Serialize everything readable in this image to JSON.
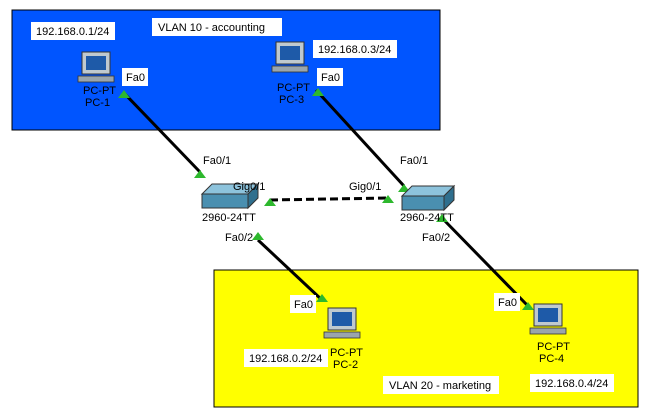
{
  "zones": {
    "vlan10": {
      "label": "VLAN 10 - accounting",
      "color": "#0055ff"
    },
    "vlan20": {
      "label": "VLAN 20 - marketing",
      "color": "#ffff00"
    }
  },
  "pcs": {
    "pc1": {
      "model": "PC-PT",
      "name": "PC-1",
      "ip": "192.168.0.1/24",
      "port": "Fa0"
    },
    "pc2": {
      "model": "PC-PT",
      "name": "PC-2",
      "ip": "192.168.0.2/24",
      "port": "Fa0"
    },
    "pc3": {
      "model": "PC-PT",
      "name": "PC-3",
      "ip": "192.168.0.3/24",
      "port": "Fa0"
    },
    "pc4": {
      "model": "PC-PT",
      "name": "PC-4",
      "ip": "192.168.0.4/24",
      "port": "Fa0"
    }
  },
  "switches": {
    "sw1": {
      "model": "2960-24TT",
      "port_pc1": "Fa0/1",
      "port_pc2": "Fa0/2",
      "port_trunk": "Gig0/1"
    },
    "sw2": {
      "model": "2960-24TT",
      "port_pc3": "Fa0/1",
      "port_pc4": "Fa0/2",
      "port_trunk": "Gig0/1"
    }
  },
  "colors": {
    "link": "#000000",
    "link_status": "#2db82d",
    "switch_body": "#4a8fb0"
  }
}
